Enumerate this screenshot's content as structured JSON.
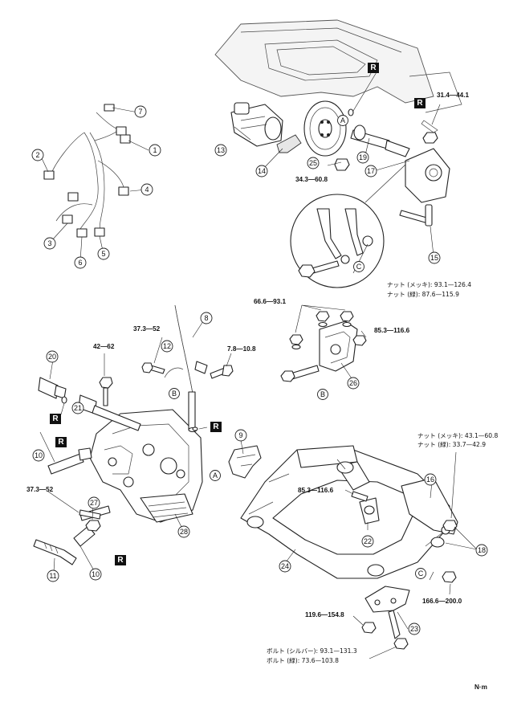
{
  "callouts": [
    "1",
    "2",
    "3",
    "4",
    "5",
    "6",
    "7",
    "8",
    "9",
    "10",
    "10",
    "11",
    "12",
    "13",
    "14",
    "15",
    "16",
    "17",
    "18",
    "19",
    "20",
    "21",
    "22",
    "23",
    "24",
    "25",
    "26",
    "27",
    "28"
  ],
  "letters": {
    "a": "A",
    "b": "B",
    "c": "C"
  },
  "replace_mark": "R",
  "torques": {
    "t1": "31.4—44.1",
    "t2": "34.3—60.8",
    "t3": "66.6—93.1",
    "t4": "85.3—116.6",
    "t5": "37.3—52",
    "t6": "42—62",
    "t7": "7.8—10.8",
    "t8": "37.3—52",
    "t9": "85.3—116.6",
    "t10": "166.6—200.0",
    "t11": "119.6—154.8"
  },
  "notes": {
    "nut_plated_1": "ナット (メッキ): 93.1—126.4",
    "nut_green_1": "ナット (緑): 87.6—115.9",
    "nut_plated_2": "ナット (メッキ): 43.1—60.8",
    "nut_green_2": "ナット (緑): 33.7—42.9",
    "bolt_silver": "ボルト (シルバー): 93.1—131.3",
    "bolt_green": "ボルト (緑): 73.6—103.8"
  },
  "unit": "N·m"
}
